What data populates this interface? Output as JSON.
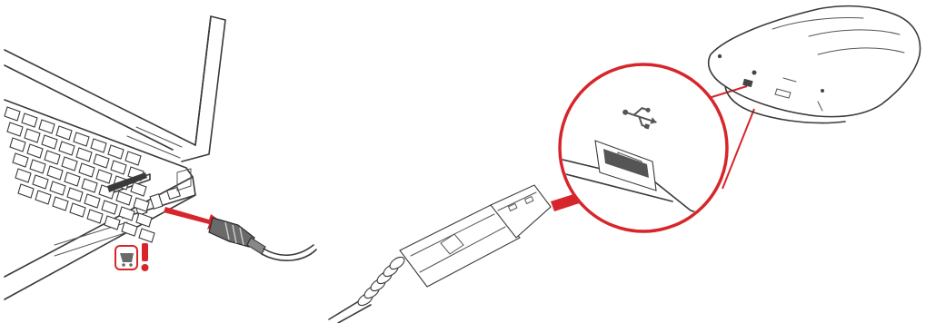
{
  "figure": {
    "background_color": "#ffffff",
    "line_color": "#3a3a3a",
    "accent_color": "#d7262b",
    "icons": [
      "laptop-illustration",
      "usb-cable-illustration",
      "usb-symbol-icon",
      "warning-exclamation-icon",
      "external-drive-illustration",
      "insert-arrow-icon"
    ]
  }
}
